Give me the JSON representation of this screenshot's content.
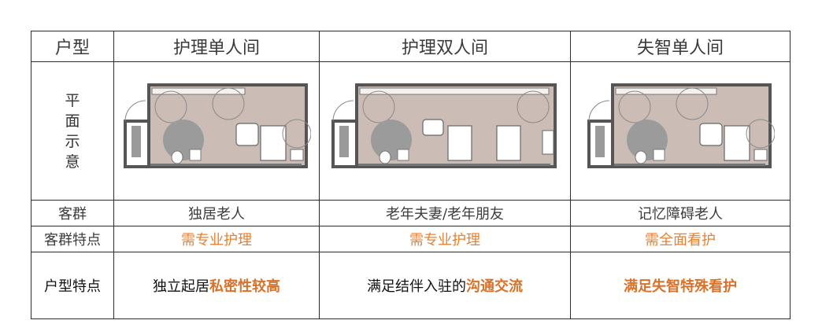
{
  "header": {
    "corner": "户型",
    "columns": [
      "护理单人间",
      "护理双人间",
      "失智单人间"
    ]
  },
  "rows": {
    "plan_label": "平面示意",
    "group_label": "客群",
    "group_values": [
      "独居老人",
      "老年夫妻/老年朋友",
      "记忆障碍老人"
    ],
    "trait_label": "客群特点",
    "trait_values": [
      "需专业护理",
      "需专业护理",
      "需全面看护"
    ],
    "room_label": "户型特点",
    "room_values": [
      {
        "plain": "独立起居",
        "highlight": "私密性较高"
      },
      {
        "plain": "满足结伴入驻的",
        "highlight": "沟通交流"
      },
      {
        "plain": "",
        "highlight": "满足失智特殊看护"
      }
    ]
  },
  "colors": {
    "border": "#2b2b2b",
    "floor": "#cbbcb6",
    "wall": "#555555",
    "accent_orange": "#e9802f",
    "emphasis_orange": "#d8722a"
  }
}
